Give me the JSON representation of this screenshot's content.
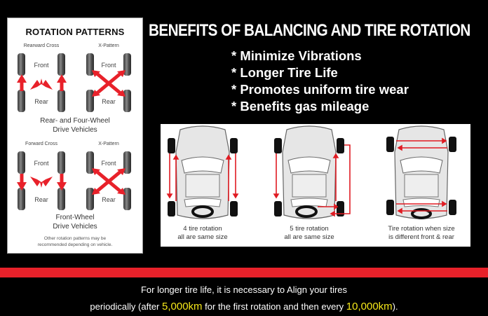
{
  "left_panel": {
    "title": "ROTATION PATTERNS",
    "group1": {
      "patterns": [
        {
          "name": "Rearward Cross",
          "front": "Front",
          "rear": "Rear"
        },
        {
          "name": "X-Pattern",
          "front": "Front",
          "rear": "Rear"
        }
      ],
      "caption_line1": "Rear- and Four-Wheel",
      "caption_line2": "Drive Vehicles"
    },
    "group2": {
      "patterns": [
        {
          "name": "Forward Cross",
          "front": "Front",
          "rear": "Rear"
        },
        {
          "name": "X-Pattern",
          "front": "Front",
          "rear": "Rear"
        }
      ],
      "caption_line1": "Front-Wheel",
      "caption_line2": "Drive Vehicles"
    },
    "note_line1": "Other rotation patterns may be",
    "note_line2": "recommended depending on vehicle."
  },
  "headline": "BENEFITS OF BALANCING AND TIRE ROTATION",
  "benefits": [
    "* Minimize Vibrations",
    "* Longer Tire Life",
    "* Promotes uniform tire wear",
    "* Benefits gas mileage"
  ],
  "diagrams": [
    {
      "caption_line1": "4 tire rotation",
      "caption_line2": "all are same size"
    },
    {
      "caption_line1": "5 tire rotation",
      "caption_line2": "all are same size"
    },
    {
      "caption_line1": "Tire rotation when size",
      "caption_line2": "is different front & rear"
    }
  ],
  "footer": {
    "line1": "For longer tire life, it is necessary to Align your tires",
    "line2_pre": "periodically (after ",
    "first_interval": "5,000km",
    "line2_mid": " for the first rotation and then every ",
    "next_interval": "10,000km",
    "line2_post": ")."
  },
  "colors": {
    "background": "#000000",
    "accent_red": "#e8212a",
    "highlight_yellow": "#f6e81a"
  }
}
